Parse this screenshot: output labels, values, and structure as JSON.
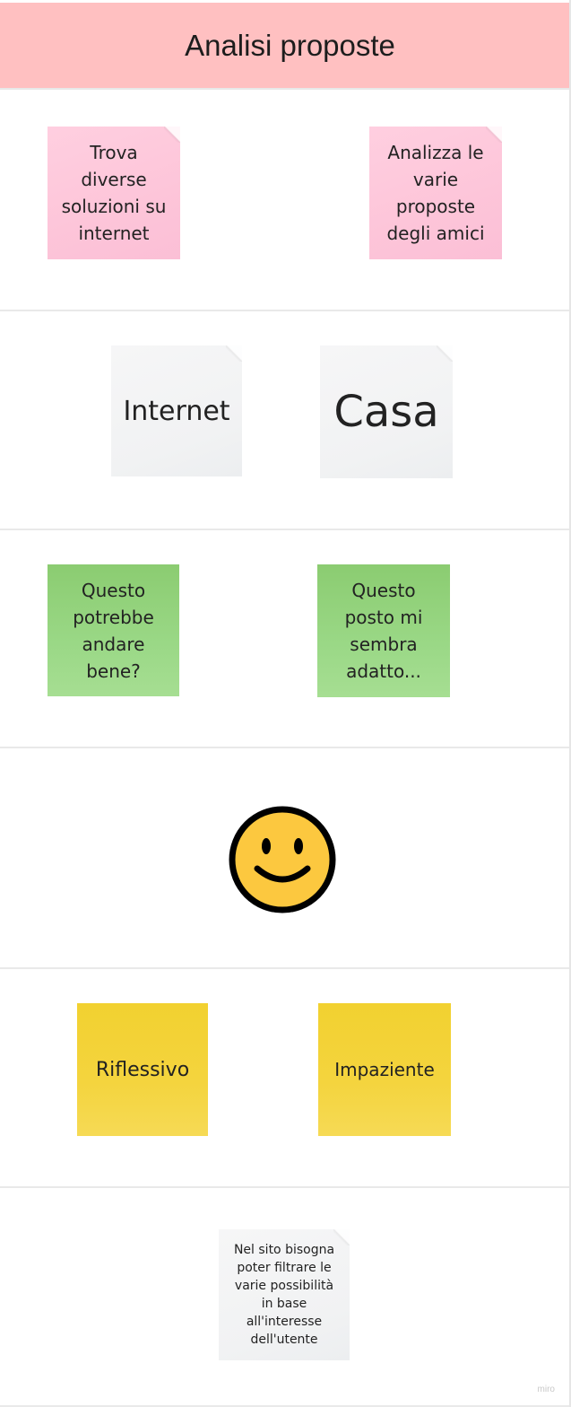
{
  "header": {
    "title": "Analisi proposte"
  },
  "rows": {
    "actions": {
      "left": "Trova diverse soluzioni su internet",
      "right": "Analizza le varie proposte degli amici"
    },
    "places": {
      "left": "Internet",
      "right": "Casa"
    },
    "thoughts": {
      "left": "Questo potrebbe andare bene?",
      "right": "Questo posto mi sembra adatto..."
    },
    "emotion": {
      "icon": "smiley-face-icon"
    },
    "feelings": {
      "left": "Riflessivo",
      "right": "Impaziente"
    },
    "notes": {
      "center": "Nel sito bisogna poter filtrare le varie possibilità in base all'interesse dell'utente"
    }
  },
  "colors": {
    "header": "#ffc0c1",
    "pink_note": "#fdc5d9",
    "gray_note": "#f2f3f4",
    "green_note": "#9ad886",
    "yellow_note": "#f4d43e",
    "smiley_fill": "#fcc83f"
  },
  "brand": "miro"
}
